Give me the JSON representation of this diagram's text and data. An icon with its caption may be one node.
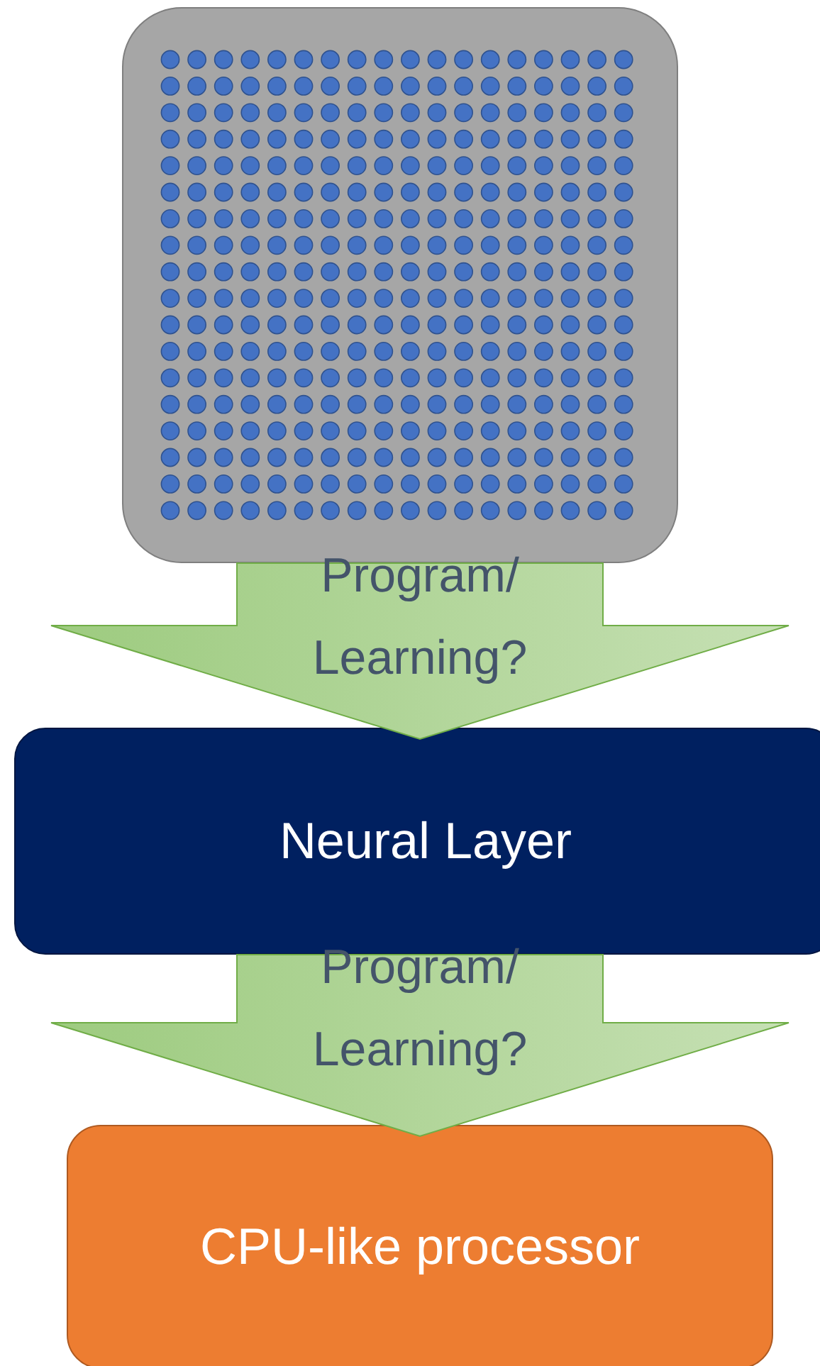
{
  "diagram": {
    "nodes": [
      {
        "text": [],
        "shape": "box"
      },
      {
        "text": [
          "Neural Layer"
        ]
      },
      {
        "text": [
          "CPU-like processor"
        ]
      }
    ],
    "edges": [
      {
        "from": 0,
        "to": 1,
        "arrow": "to",
        "label": "Program/ Learning?"
      },
      {
        "from": 1,
        "to": 2,
        "arrow": "to",
        "label": "Program/ Learning?"
      }
    ]
  }
}
